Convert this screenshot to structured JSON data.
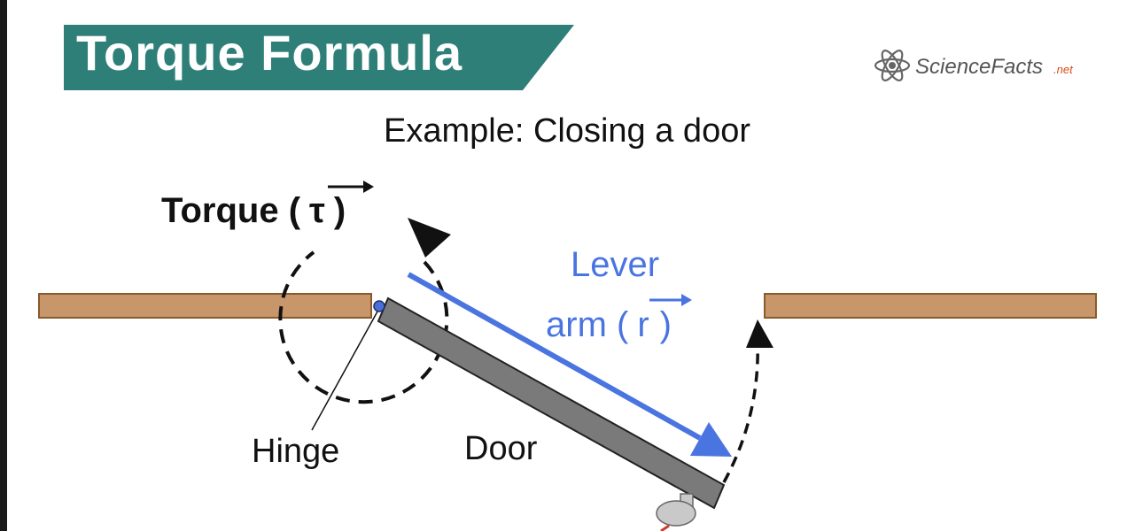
{
  "header": {
    "title": "Torque Formula",
    "banner_color": "#2f7f79"
  },
  "logo": {
    "brand": "ScienceFacts",
    "suffix": ".net"
  },
  "subtitle": "Example: Closing a door",
  "labels": {
    "torque_word": "Torque (",
    "torque_symbol": "τ",
    "torque_close": ")",
    "lever_line1": "Lever",
    "lever_arm_word": "arm (",
    "lever_symbol": "r",
    "lever_close": ")",
    "hinge": "Hinge",
    "door": "Door"
  },
  "colors": {
    "wall": "#c8966b",
    "wall_border": "#8a5a2b",
    "door": "#7a7a7a",
    "lever_arrow": "#4a74e0",
    "hinge_dot": "#4a6fd6",
    "handle": "#c9c9c9"
  }
}
